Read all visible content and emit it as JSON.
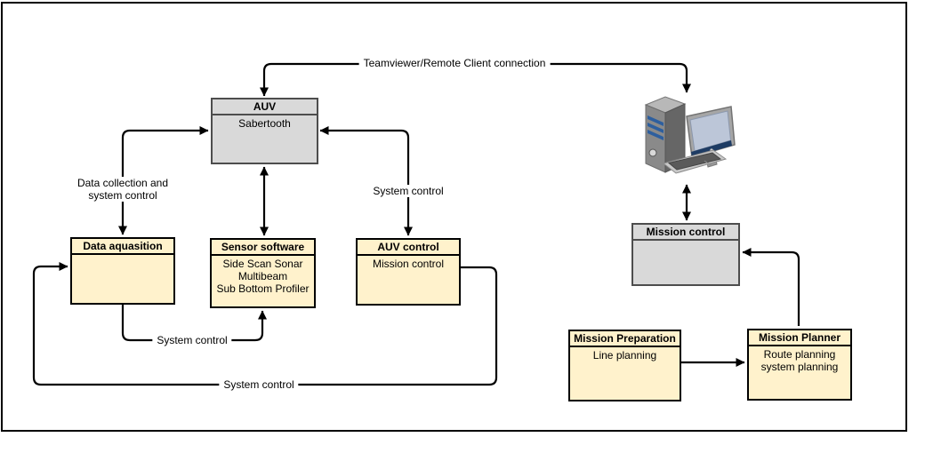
{
  "diagram": {
    "boxes": {
      "auv": {
        "title": "AUV",
        "body": "Sabertooth"
      },
      "data_acquisition": {
        "title": "Data aquasition",
        "body": ""
      },
      "sensor_software": {
        "title": "Sensor software",
        "line1": "Side Scan Sonar",
        "line2": "Multibeam",
        "line3": "Sub Bottom Profiler"
      },
      "auv_control": {
        "title": "AUV control",
        "body": "Mission control"
      },
      "mission_control": {
        "title": "Mission control",
        "body": ""
      },
      "mission_preparation": {
        "title": "Mission Preparation",
        "body": "Line planning"
      },
      "mission_planner": {
        "title": "Mission Planner",
        "line1": "Route planning",
        "line2": "system planning"
      }
    },
    "edges": {
      "teamviewer": {
        "label": "Teamviewer/Remote Client connection"
      },
      "data_collection": {
        "label_line1": "Data collection and",
        "label_line2": "system control"
      },
      "system_control_to_auv_control": {
        "label": "System control"
      },
      "system_control_to_sensor": {
        "label": "System control"
      },
      "system_control_loop": {
        "label": "System control"
      }
    },
    "icons": {
      "workstation": "desktop-computer-workstation-icon"
    },
    "colors": {
      "box_cream": "#fff2cc",
      "box_gray": "#d9d9d9",
      "cream_border": "#000000",
      "gray_border": "#4d4d4d",
      "line": "#000000",
      "monitor_screen": "#bcc6d8",
      "monitor_bar": "#1e3c64",
      "tower_stripe": "#2e5f9e"
    }
  }
}
